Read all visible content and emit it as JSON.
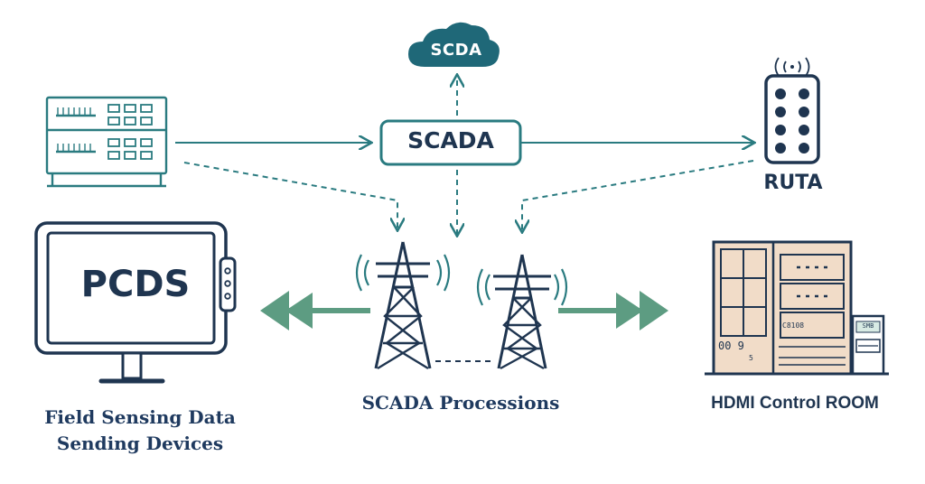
{
  "cloud": {
    "label": "SCDA"
  },
  "hub": {
    "label": "SCADA"
  },
  "remote_unit": {
    "label": "RUTA"
  },
  "monitor": {
    "label": "PCDS"
  },
  "captions": {
    "field_devices": "Field Sensing Data Sending Devices",
    "processions": "SCADA Processions",
    "control_room": "HDMI Control ROOM"
  },
  "control_room_panel": {
    "display_code": "C8108",
    "counter": "00 9",
    "small_mark": "5",
    "side_tag": "SMB"
  },
  "icons": [
    "cloud-icon",
    "server-rack-icon",
    "remote-unit-icon",
    "signal-waves-icon",
    "monitor-icon",
    "transmission-tower-icon",
    "control-cabinet-icon",
    "control-console-icon"
  ],
  "colors": {
    "navy": "#1f3550",
    "teal": "#2a7b80",
    "green_arrow": "#5d9c82",
    "cloud_fill": "#1f6878",
    "cabinet_fill": "#f1dcc8"
  }
}
